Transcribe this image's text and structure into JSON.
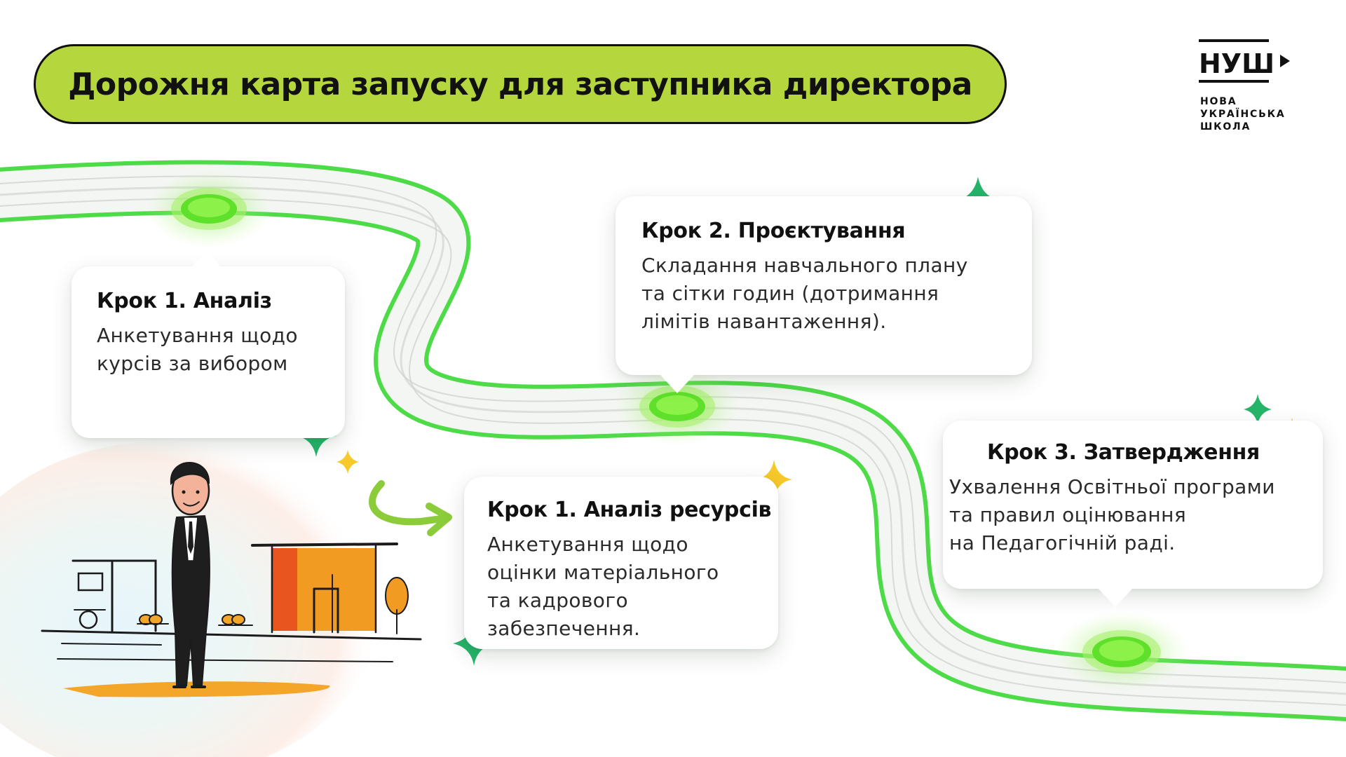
{
  "title": "Дорожня карта запуску для заступника директора",
  "logo": {
    "mark": "НУШ",
    "lines": [
      "НОВА",
      "УКРАЇНСЬКА",
      "ШКОЛА"
    ]
  },
  "steps": [
    {
      "title": "Крок 1. Аналіз",
      "lines": [
        "Анкетування щодо",
        "курсів за вибором"
      ]
    },
    {
      "title": "Крок 2. Проєктування",
      "lines": [
        "Складання навчального плану",
        "та сітки годин (дотримання",
        "лімітів навантаження)."
      ]
    },
    {
      "title": "Крок 1. Аналіз ресурсів",
      "lines": [
        "Анкетування щодо",
        "оцінки матеріального",
        "та кадрового",
        "забезпечення."
      ]
    },
    {
      "title": "Крок 3. Затвердження",
      "lines": [
        "Ухвалення Освітньої програми",
        "та правил оцінювання",
        "на Педагогічній раді."
      ]
    }
  ],
  "colors": {
    "title_bg": "#b5d63c",
    "road_green": "#3fd43a",
    "node_green": "#7ee82c",
    "sparkle_green": "#25b56a",
    "sparkle_yellow": "#f7c92a",
    "arrow_green": "#8ccc3a"
  }
}
